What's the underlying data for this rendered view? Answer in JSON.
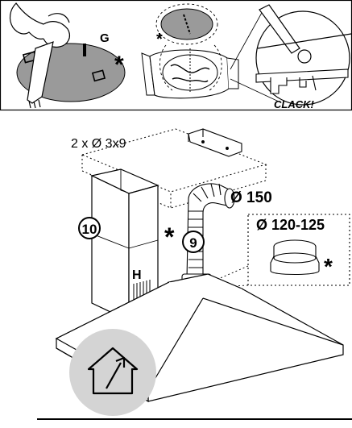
{
  "labels": {
    "g": "G",
    "star_top_left": "*",
    "star_top_mid": "*",
    "clack": "CLACK!",
    "screws": "2 x Ø 3x9",
    "part_10": "10",
    "part_9": "9",
    "part_h": "H",
    "star_middle": "*",
    "star_adapter": "*",
    "dia_150": "Ø 150",
    "dia_120": "Ø 120-125"
  },
  "icons": [
    "house-exhaust-icon"
  ]
}
